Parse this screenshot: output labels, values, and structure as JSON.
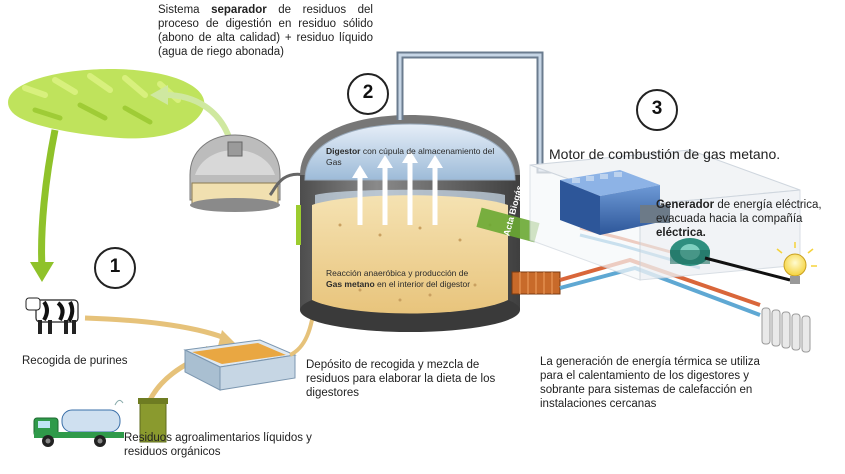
{
  "steps": [
    "1",
    "2",
    "3"
  ],
  "labels": {
    "separator_pre": "Sistema ",
    "separator_bold": "separador",
    "separator_rest": " de residuos del proceso de digestión en residuo sólido (abono de alta calidad) + residuo líquido (agua de riego abonada)",
    "purines": "Recogida de purines",
    "agro": "Residuos agroalimentarios líquidos y residuos orgánicos",
    "deposito": "Depósito de recogida y mezcla de residuos para elaborar la dieta de los digestores",
    "digestor_bold": "Digestor",
    "digestor_rest": " con cúpula de almacenamiento del Gas",
    "reaccion_pre": "Reacción anaeróbica y producción de ",
    "reaccion_bold": "Gas metano",
    "reaccion_rest": " en el interior del digestor",
    "motor": "Motor de combustión de gas metano.",
    "generador_bold": "Generador",
    "generador_rest": " de energía eléctrica, evacuada hacia la compañía ",
    "generador_bold2": "eléctrica.",
    "termica": "La generación de energía térmica se utiliza para el calentamiento de los digestores y sobrante para sistemas de calefacción en instalaciones cercanas",
    "tank_logo": "Acta Biogás"
  },
  "colors": {
    "field": "#b8e04a",
    "arrow_green": "#9ccc2f",
    "arrow_orange": "#e6c27a",
    "digester_body": "#6f6f6f",
    "substrate": "#f2d9a0",
    "dome": "#c8dcef",
    "engine": "#3f6fb5",
    "pipe_blue": "#5fa8d3",
    "pipe_orange": "#d9663a"
  },
  "icons": [
    "cow-icon",
    "truck-icon",
    "bin-icon",
    "light-bulb-icon",
    "radiator-icon",
    "generator-icon",
    "engine-icon"
  ]
}
